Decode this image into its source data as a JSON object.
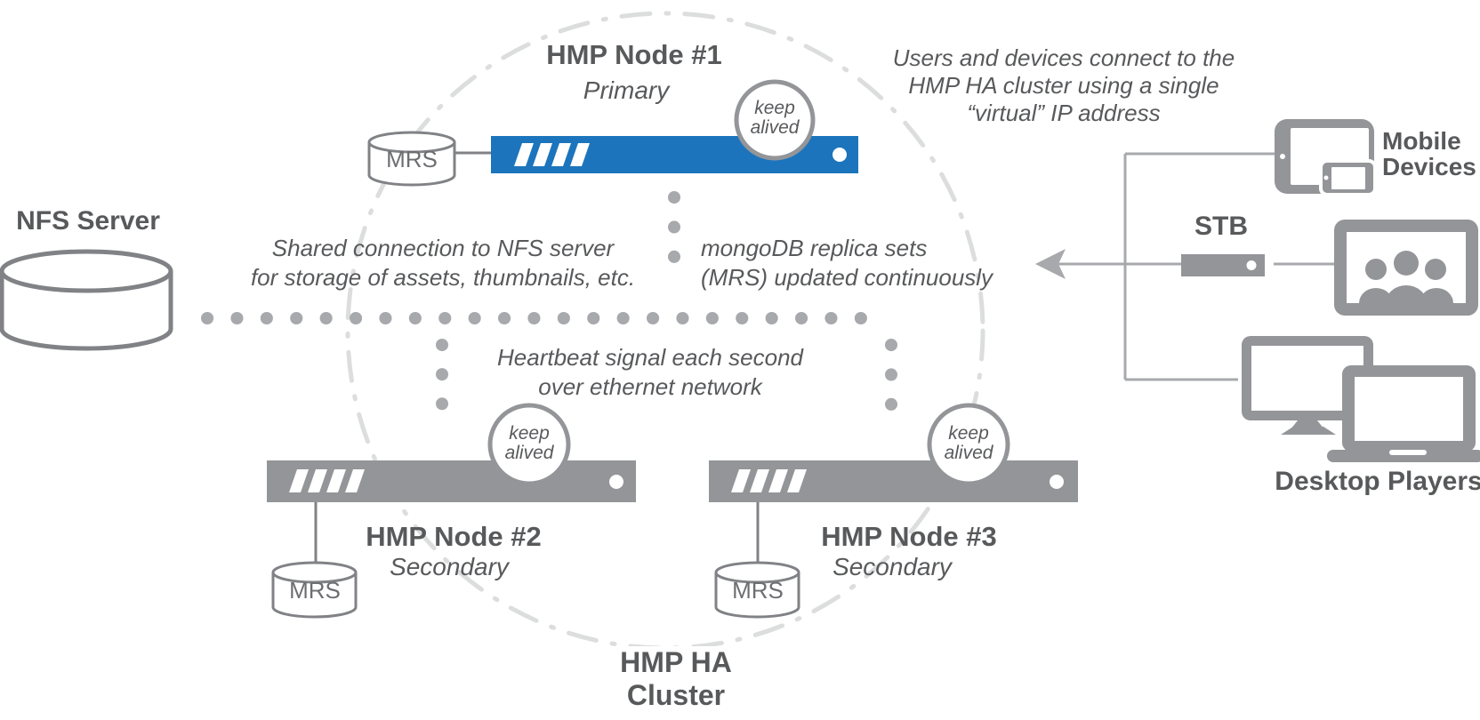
{
  "colors": {
    "blue": "#1c75bc",
    "gray": "#939598",
    "text": "#58595b",
    "dots": "#a7a9ac",
    "stroke": "#808285",
    "circle_dash": "#dcdddd"
  },
  "nfs": {
    "label": "NFS Server"
  },
  "node1": {
    "title": "HMP Node #1",
    "role": "Primary",
    "mrs": "MRS",
    "ka": [
      "keep",
      "alived"
    ]
  },
  "node2": {
    "title": "HMP Node #2",
    "role": "Secondary",
    "mrs": "MRS",
    "ka": [
      "keep",
      "alived"
    ]
  },
  "node3": {
    "title": "HMP Node #3",
    "role": "Secondary",
    "mrs": "MRS",
    "ka": [
      "keep",
      "alived"
    ]
  },
  "notes": {
    "shared": [
      "Shared connection to NFS server",
      "for storage of assets, thumbnails, etc."
    ],
    "mongo": [
      "mongoDB replica sets",
      "(MRS) updated continuously"
    ],
    "heartbeat": [
      "Heartbeat signal each second",
      "over ethernet network"
    ],
    "vip": [
      "Users and devices connect to the",
      "HMP HA cluster using a single",
      "“virtual” IP address"
    ]
  },
  "cluster": {
    "line1": "HMP HA",
    "line2": "Cluster"
  },
  "devices": {
    "mobile": [
      "Mobile",
      "Devices"
    ],
    "stb": "STB",
    "desktop": "Desktop Players"
  }
}
